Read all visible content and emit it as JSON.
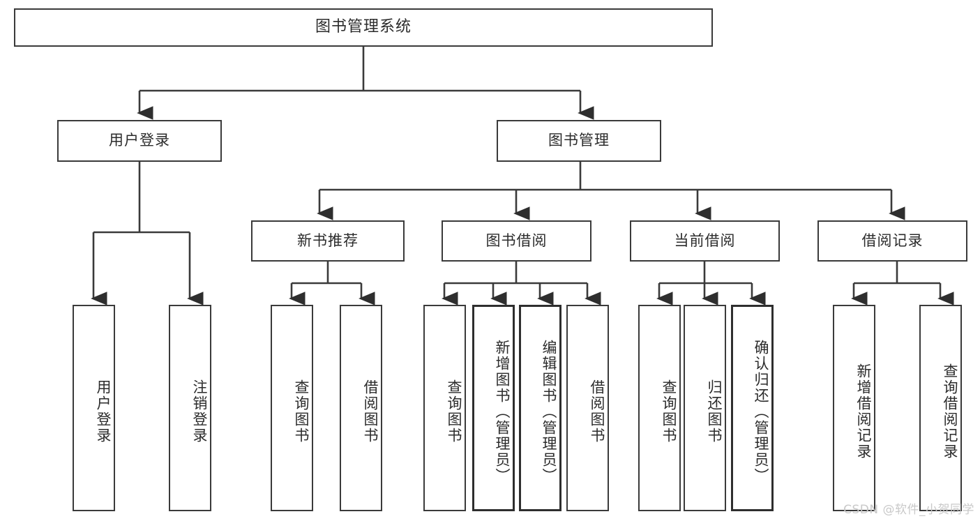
{
  "diagram": {
    "title": "图书管理系统",
    "type": "功能结构图",
    "line_color": "#3a3a3a",
    "box_fill": "#ffffff",
    "text_color": "#2b2b2b",
    "watermark": "CSDN @软件_小贺同学"
  },
  "nodes": {
    "root": {
      "label": "图书管理系统"
    },
    "level1": [
      {
        "label": "用户登录"
      },
      {
        "label": "图书管理"
      }
    ],
    "level2": [
      {
        "label": "新书推荐"
      },
      {
        "label": "图书借阅"
      },
      {
        "label": "当前借阅"
      },
      {
        "label": "借阅记录"
      }
    ],
    "leaves": {
      "user_login": [
        {
          "label": "用户登录"
        },
        {
          "label": "注销登录"
        }
      ],
      "new_book": [
        {
          "label": "查询图书"
        },
        {
          "label": "借阅图书"
        }
      ],
      "borrow": [
        {
          "label": "查询图书"
        },
        {
          "label": "新增图书（管理员）"
        },
        {
          "label": "编辑图书（管理员）"
        },
        {
          "label": "借阅图书"
        }
      ],
      "current": [
        {
          "label": "查询图书"
        },
        {
          "label": "归还图书"
        },
        {
          "label": "确认归还（管理员）"
        }
      ],
      "records": [
        {
          "label": "新增借阅记录"
        },
        {
          "label": "查询借阅记录"
        }
      ]
    }
  }
}
